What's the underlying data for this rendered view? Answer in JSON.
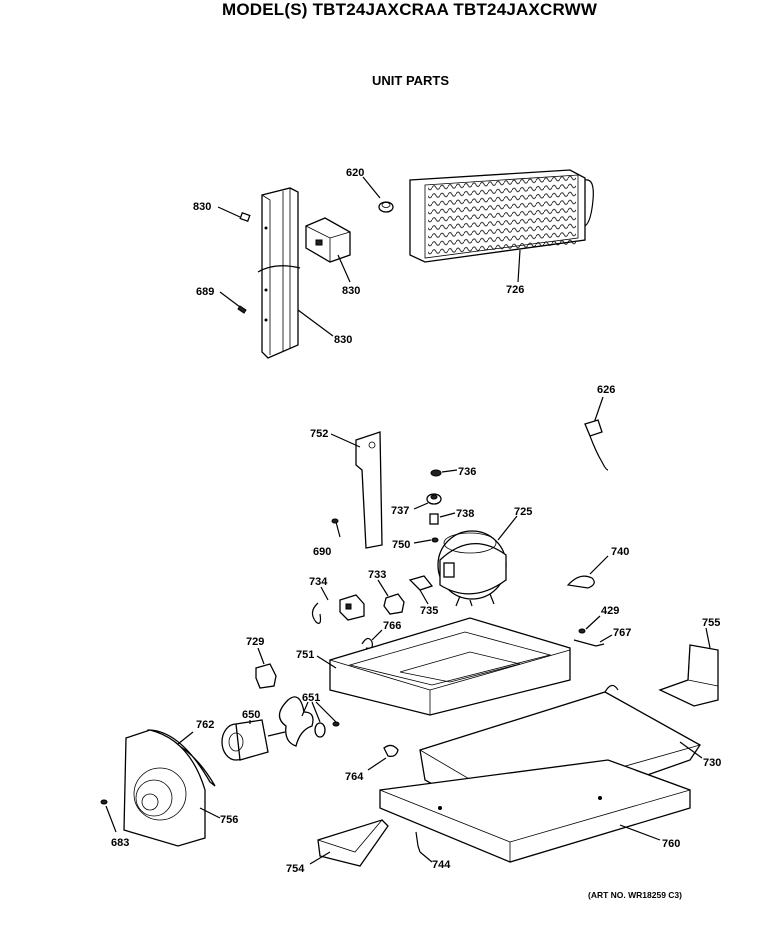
{
  "header": {
    "model_line": "MODEL(S) TBT24JAXCRAA  TBT24JAXCRWW",
    "section_title": "UNIT PARTS"
  },
  "footer": {
    "art_number": "(ART NO. WR18259 C3)"
  },
  "callouts": {
    "p830a": "830",
    "p830b": "830",
    "p830c": "830",
    "p689": "689",
    "p620": "620",
    "p726": "726",
    "p626": "626",
    "p752": "752",
    "p736": "736",
    "p737": "737",
    "p738": "738",
    "p725": "725",
    "p750": "750",
    "p690": "690",
    "p740": "740",
    "p734": "734",
    "p733": "733",
    "p735": "735",
    "p429": "429",
    "p767": "767",
    "p755": "755",
    "p766": "766",
    "p729": "729",
    "p751": "751",
    "p651": "651",
    "p762": "762",
    "p650": "650",
    "p730": "730",
    "p764": "764",
    "p756": "756",
    "p683": "683",
    "p760": "760",
    "p754": "754",
    "p744": "744"
  }
}
